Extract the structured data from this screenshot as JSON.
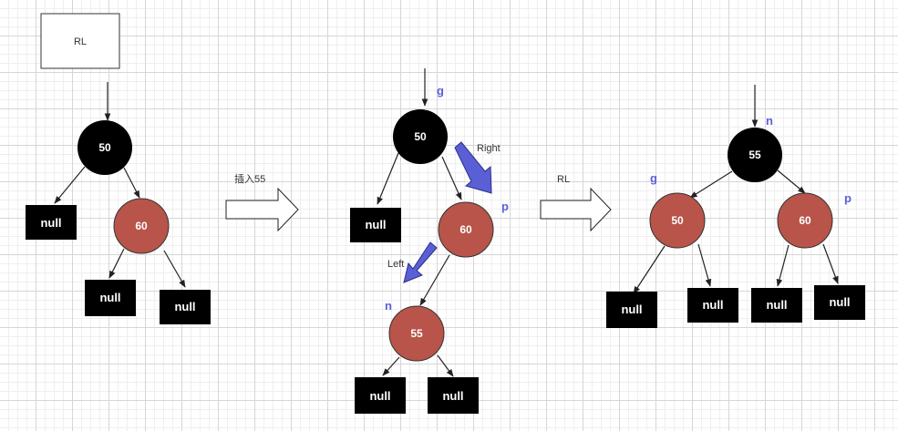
{
  "colors": {
    "black_node": "#000000",
    "red_node": "#b85449",
    "rotation_arrow": "#5b5fd6",
    "tag": "#5b5fd6"
  },
  "case_box": {
    "label": "RL"
  },
  "transitions": {
    "insert_label": "插入55",
    "rotation_label": "RL"
  },
  "rotation_arrows": {
    "right_label": "Right",
    "left_label": "Left"
  },
  "trees": {
    "before": {
      "root": "50",
      "child": "60",
      "nulls": [
        "null",
        "null",
        "null"
      ]
    },
    "inserted": {
      "g_label": "g",
      "p_label": "p",
      "n_label": "n",
      "grandparent": "50",
      "parent": "60",
      "new_node": "55",
      "nulls": [
        "null",
        "null",
        "null"
      ]
    },
    "after": {
      "n_label": "n",
      "g_label": "g",
      "p_label": "p",
      "root": "55",
      "left": "50",
      "right": "60",
      "nulls": [
        "null",
        "null",
        "null",
        "null"
      ]
    }
  }
}
